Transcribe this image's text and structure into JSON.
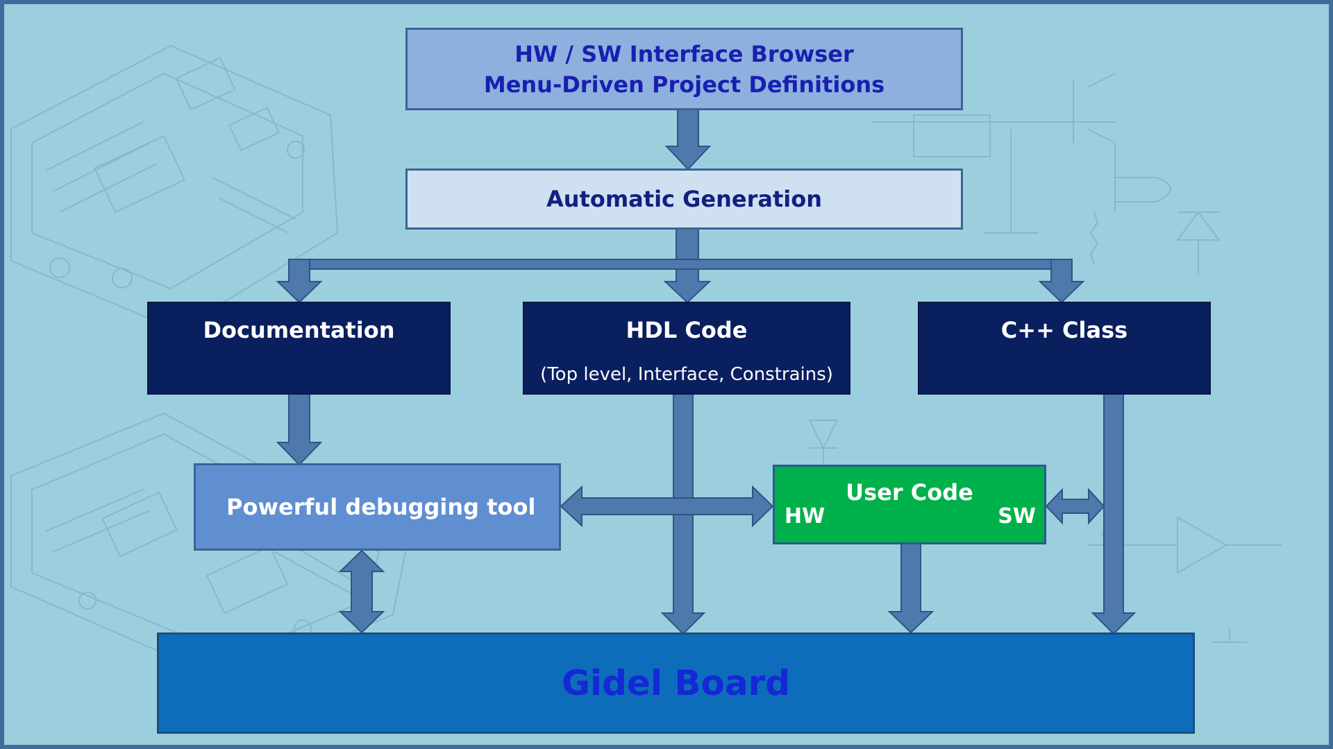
{
  "diagram": {
    "browser": {
      "line1": "HW / SW Interface Browser",
      "line2": "Menu-Driven Project Definitions"
    },
    "auto_generation": "Automatic Generation",
    "documentation": "Documentation",
    "hdl_code": {
      "title": "HDL Code",
      "subtitle": "(Top level, Interface, Constrains)"
    },
    "cpp_class": "C++ Class",
    "debugging_tool": "Powerful debugging tool",
    "user_code": {
      "title": "User Code",
      "hw": "HW",
      "sw": "SW"
    },
    "board": "Gidel Board"
  },
  "colors": {
    "background": "#9ccfdd",
    "frame": "#3f6c9d",
    "arrow": "#4f78ad",
    "arrow_edge": "#2f5485",
    "browser_fill": "#8eb0df",
    "browser_text": "#1a1fb0",
    "autogen_fill": "#cfe0f1",
    "dark_box": "#0a1f5e",
    "debug_fill": "#5f8fd1",
    "user_code_fill": "#00b04a",
    "board_fill": "#0d6dbb",
    "board_text": "#1428d6"
  }
}
